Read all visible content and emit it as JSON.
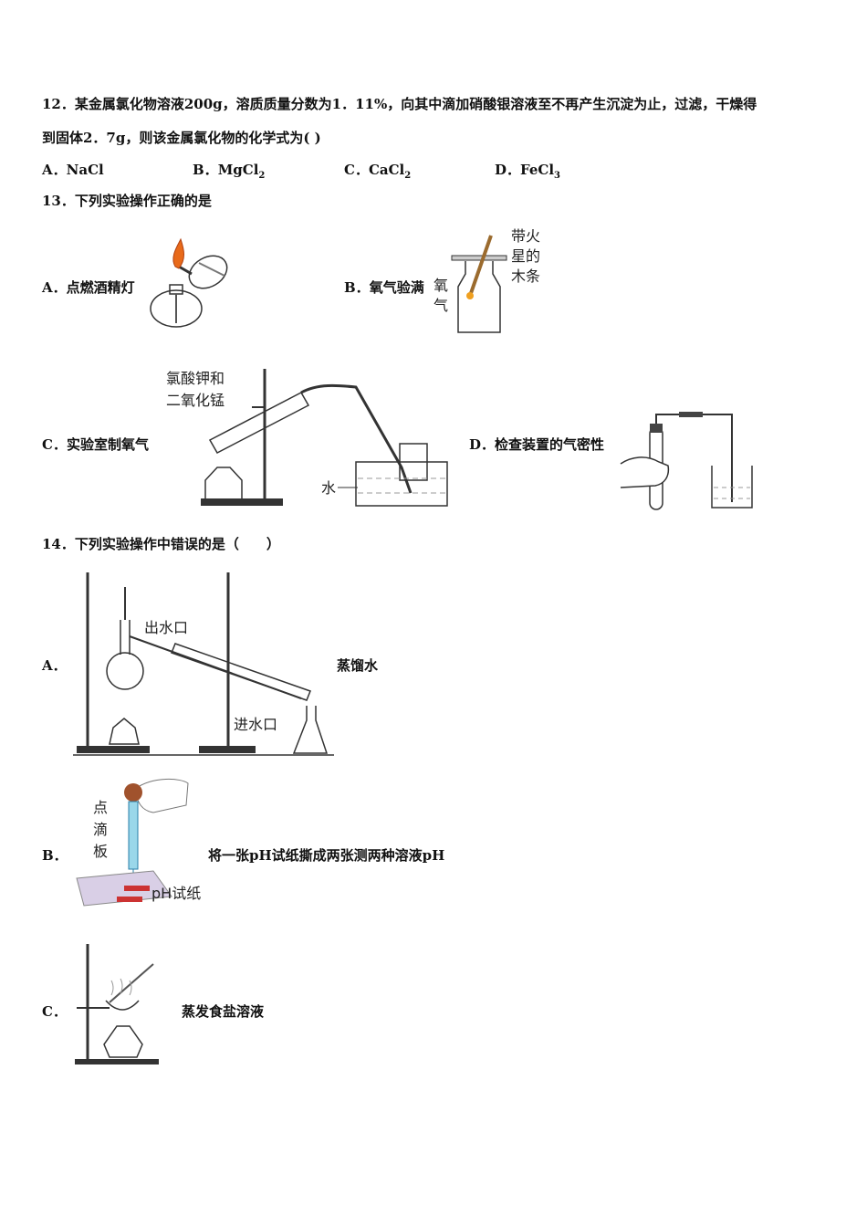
{
  "q12": {
    "line1": "12．某金属氯化物溶液200g，溶质质量分数为1．11%，向其中滴加硝酸银溶液至不再产生沉淀为止，过滤，干燥得",
    "line2": "到固体2．7g，则该金属氯化物的化学式为( )",
    "options": [
      {
        "letter": "A．",
        "formula": "NaCl",
        "sub": ""
      },
      {
        "letter": "B．",
        "formula": "MgCl",
        "sub": "2"
      },
      {
        "letter": "C．",
        "formula": "CaCl",
        "sub": "2"
      },
      {
        "letter": "D．",
        "formula": "FeCl",
        "sub": "3"
      }
    ]
  },
  "q13": {
    "stem": "13．下列实验操作正确的是",
    "options": [
      {
        "letter": "A．",
        "text": "点燃酒精灯"
      },
      {
        "letter": "B．",
        "text": "氧气验满",
        "fig_labels": [
          "带火",
          "星的",
          "木条",
          "氧",
          "气"
        ]
      },
      {
        "letter": "C．",
        "text": "实验室制氧气",
        "fig_labels": [
          "氯酸钾和",
          "二氧化锰",
          "水"
        ]
      },
      {
        "letter": "D．",
        "text": "检查装置的气密性"
      }
    ]
  },
  "q14": {
    "stem": "14．下列实验操作中错误的是（　　）",
    "options": [
      {
        "letter": "A．",
        "text": "蒸馏水",
        "fig_labels": [
          "出水口",
          "进水口"
        ]
      },
      {
        "letter": "B．",
        "text": "将一张pH试纸撕成两张测两种溶液pH",
        "fig_labels": [
          "点",
          "滴",
          "板",
          "pH试纸"
        ]
      },
      {
        "letter": "C．",
        "text": "蒸发食盐溶液"
      }
    ]
  }
}
